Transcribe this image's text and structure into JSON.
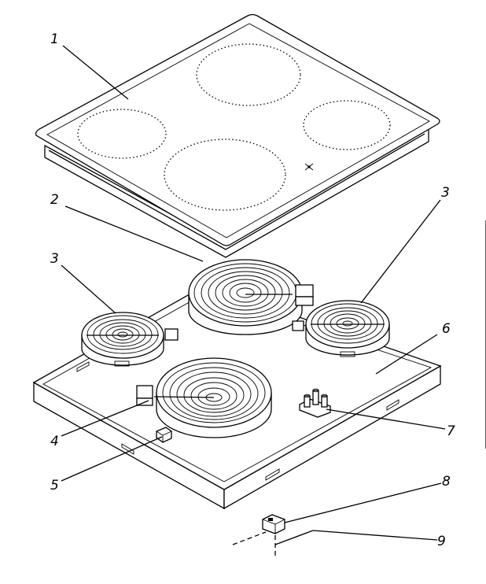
{
  "diagram": {
    "callouts": [
      {
        "id": "glass-top",
        "label": "1"
      },
      {
        "id": "heating-element-large",
        "label": "2"
      },
      {
        "id": "heating-element-left",
        "label": "3"
      },
      {
        "id": "heating-element-right",
        "label": "3"
      },
      {
        "id": "heating-element-front",
        "label": "4"
      },
      {
        "id": "clip",
        "label": "5"
      },
      {
        "id": "housing",
        "label": "6"
      },
      {
        "id": "terminal-block",
        "label": "7"
      },
      {
        "id": "indicator-lamp",
        "label": "8"
      },
      {
        "id": "wiring",
        "label": "9"
      }
    ]
  }
}
